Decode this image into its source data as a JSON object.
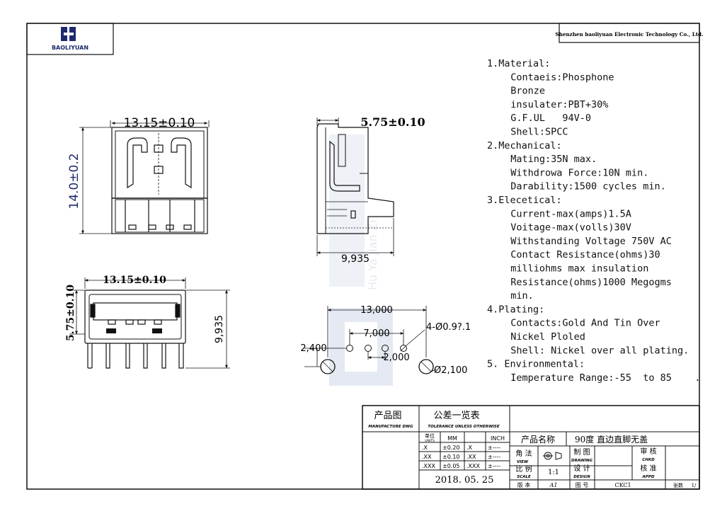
{
  "header": {
    "logo_text": "BAOLIYUAN",
    "company": "Shenzhen baoliyuan Electronic Technology Co., Ltd."
  },
  "dims": {
    "front_width": "13.15±0.10",
    "front_height": "14.0±0.2",
    "side_depth": "5.75±0.10",
    "side_length": "9,935",
    "bottom_width": "13.15±0.10",
    "bottom_depth": "5.75±0.10",
    "bottom_length": "9,935",
    "fp_total": "13,000",
    "fp_pitch": "7,000",
    "fp_left": "2,400",
    "fp_inner": "2,000",
    "fp_hole": "4-Ø0.9?.1",
    "fp_mount": "Ø2,100"
  },
  "specs": {
    "lines": [
      "1.Material:",
      "  Contaeis:Phosphone",
      "  Bronze",
      "  insulater:PBT+30%",
      "  G.F.UL   94V-0",
      "  Shell:SPCC",
      "2.Mechanical:",
      "  Mating:35N max.",
      "  Withdrowa Force:10N min.",
      "  Darability:1500 cycles min.",
      "3.Elecetical:",
      "  Current-max(amps)1.5A",
      "  Voitage-max(volls)30V",
      "  Withstanding Voltage 750V AC",
      "  Contact Resistance(ohms)30",
      "  milliohms max insulation",
      "  Resistance(ohms)1000 Megogms",
      "  min.",
      "4.Plating:",
      "  Contacts:Gold And Tin Over",
      "  Nickel Ploled",
      "  Shell: Nickel over all plating.",
      "5. Environmental:",
      "  Iemperature Range:-55  to 85    ."
    ]
  },
  "title_block": {
    "product_drawing": "产品图",
    "product_drawing_en": "MANUFACTURE DWG",
    "tolerance_title": "公差一览表",
    "tolerance_en": "TOLERANCE UNLESS OTHERWISE",
    "unit_label": "单位",
    "unit_en": "UNITS",
    "mm": "MM",
    "inch": "INCH",
    "tol_rows": [
      {
        "a": ".X",
        "b": "±0.20",
        "c": ".X",
        "d": "±----"
      },
      {
        "a": ".XX",
        "b": "±0.10",
        "c": ".XX",
        "d": "±----"
      },
      {
        "a": ".XXX",
        "b": "±0.05",
        "c": ".XXX",
        "d": "±----"
      }
    ],
    "date": "2018. 05. 25",
    "product_name_label": "产品名称",
    "product_name": "90度  直边直脚无盖",
    "view_label": "角 法",
    "view_en": "VIEW",
    "drawing_label": "制 图",
    "drawing_en": "DRAWING",
    "check_label": "审 核",
    "check_en": "CHKD",
    "scale_label": "比 例",
    "scale_en": "SCALE",
    "scale": "1:1",
    "design_label": "设 计",
    "design_en": "DESIGN",
    "approve_label": "核 准",
    "approve_en": "APPD",
    "version_label": "版 本",
    "version": "A1",
    "drawing_no_label": "图 号",
    "drawing_no": "CKC1",
    "sheet_label": "张数",
    "sheet": "1/"
  },
  "watermark": {
    "text": "Hu  Ya  Jian  Zi"
  }
}
